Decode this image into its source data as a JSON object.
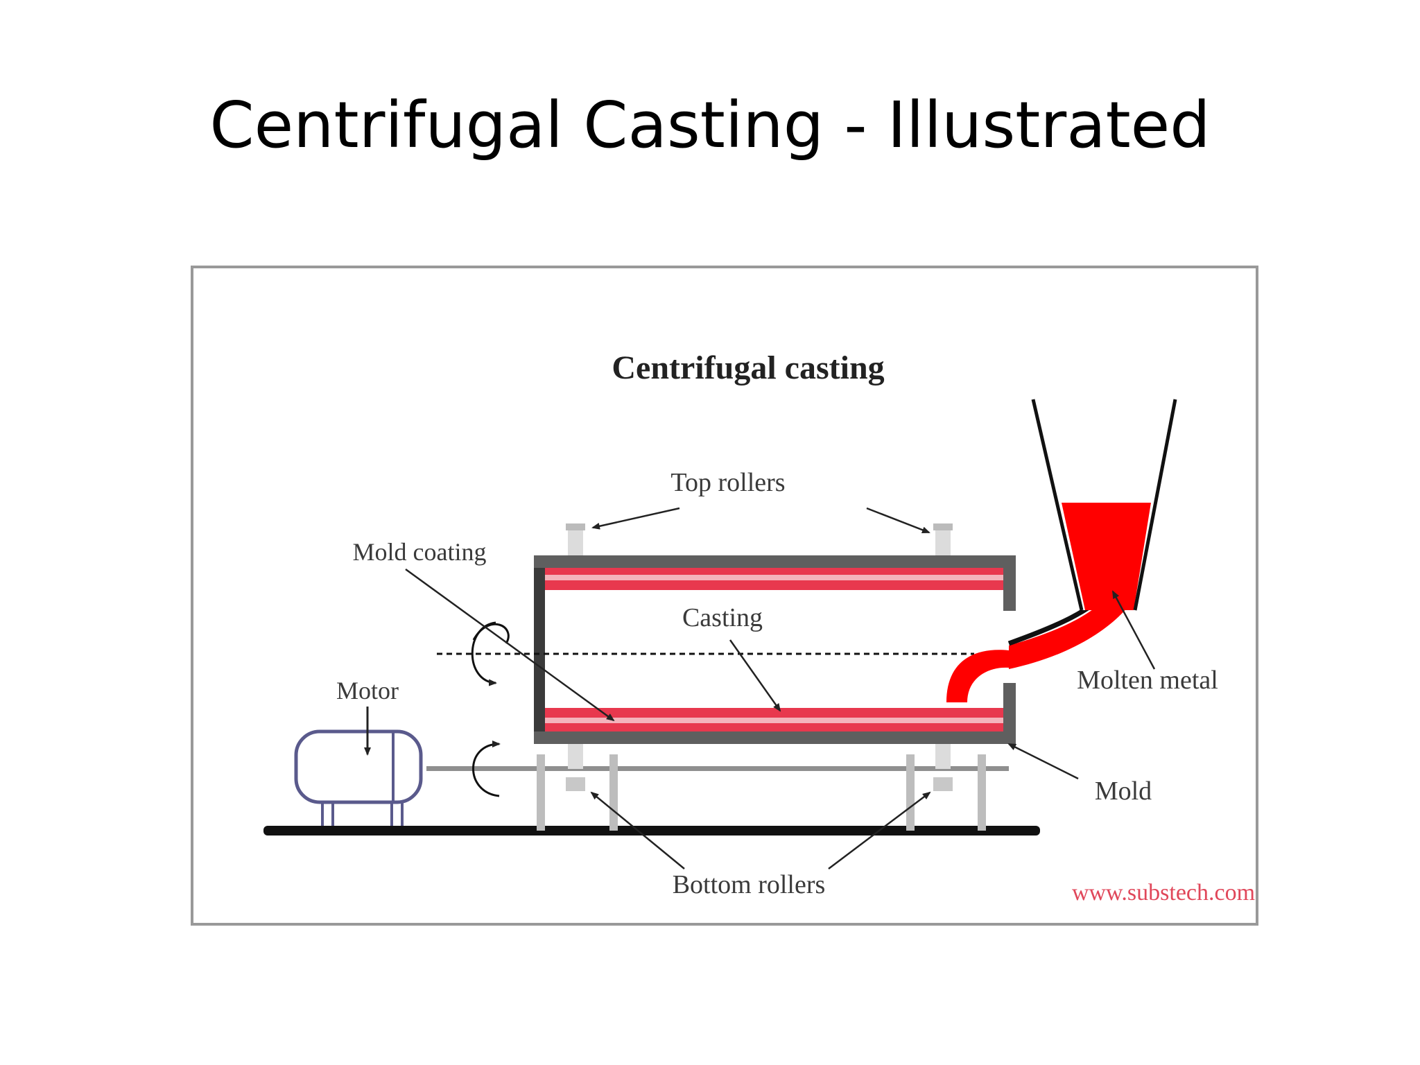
{
  "slide": {
    "title": "Centrifugal Casting - Illustrated"
  },
  "diagram": {
    "title": "Centrifugal casting",
    "labels": {
      "top_rollers": "Top rollers",
      "mold_coating": "Mold coating",
      "casting": "Casting",
      "motor": "Motor",
      "molten_metal": "Molten metal",
      "mold": "Mold",
      "bottom_rollers": "Bottom rollers"
    },
    "credit": "www.substech.com"
  },
  "colors": {
    "molten_metal": "#ff0000",
    "casting_stripe": "#e8384e",
    "mold": "#666666",
    "motor_outline": "#5a5a8c",
    "frame_border": "#999999"
  },
  "icons": {
    "rotation_arrow": "curved-rotation-arrow",
    "pointer_arrow": "leader-arrow"
  }
}
